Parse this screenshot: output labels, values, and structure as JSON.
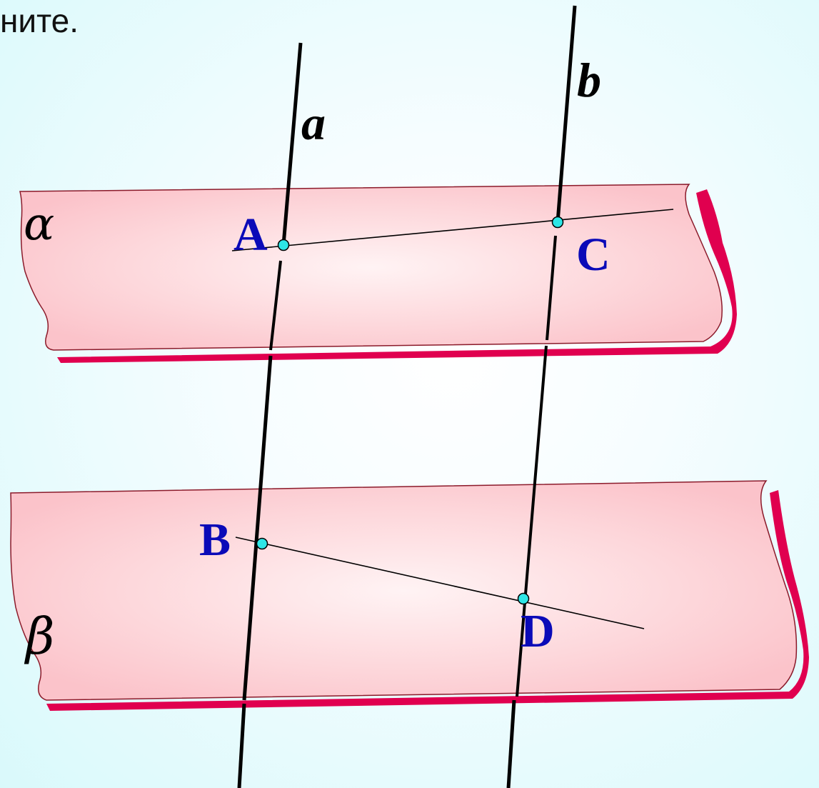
{
  "caption": "ните.",
  "planes": {
    "alpha_label": "α",
    "beta_label": "β"
  },
  "lines": {
    "a_label": "a",
    "b_label": "b"
  },
  "points": {
    "A": "A",
    "B": "B",
    "C": "C",
    "D": "D"
  },
  "colors": {
    "background_edge": "#d9f9fb",
    "plane_fill": "#fbc9cf",
    "plane_outline": "#8b1a2a",
    "plane_shadow": "#e0004f",
    "point_label": "#0a0ab8",
    "point_marker": "#2ee6e6",
    "line": "#000000"
  }
}
